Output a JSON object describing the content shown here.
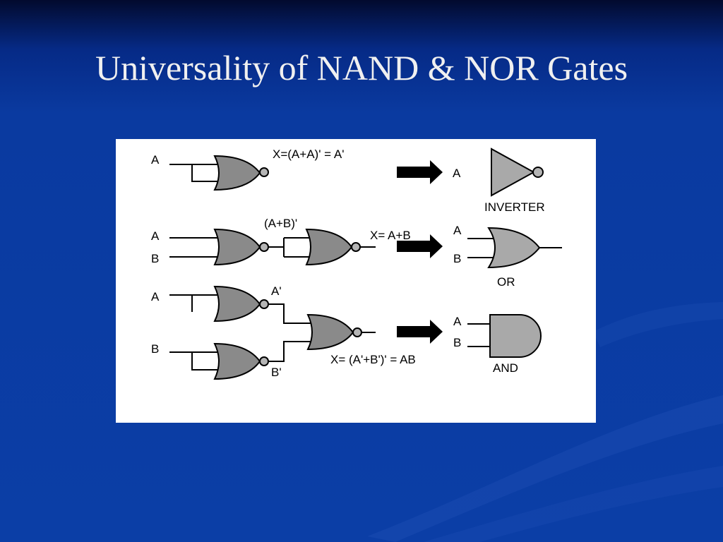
{
  "slide": {
    "title": "Universality of NAND & NOR Gates"
  },
  "figure": {
    "inverter_row": {
      "input_label": "A",
      "expression": "X=(A+A)' = A'",
      "equiv_input_label": "A",
      "equiv_gate_name": "INVERTER"
    },
    "or_row": {
      "input_a_label": "A",
      "input_b_label": "B",
      "intermediate_label": "(A+B)'",
      "expression": "X= A+B",
      "equiv_input_a_label": "A",
      "equiv_input_b_label": "B",
      "equiv_gate_name": "OR"
    },
    "and_row": {
      "input_a_label": "A",
      "input_b_label": "B",
      "a_not_label": "A'",
      "b_not_label": "B'",
      "expression": "X= (A'+B')' = AB",
      "equiv_input_a_label": "A",
      "equiv_input_b_label": "B",
      "equiv_gate_name": "AND"
    }
  },
  "colors": {
    "background_top": "#020a2e",
    "background_main": "#0b3ea6",
    "title_text": "#f0f0f0",
    "panel": "#ffffff",
    "gate_fill_dark": "#8a8a8a",
    "gate_fill_light": "#a9a9a9"
  }
}
